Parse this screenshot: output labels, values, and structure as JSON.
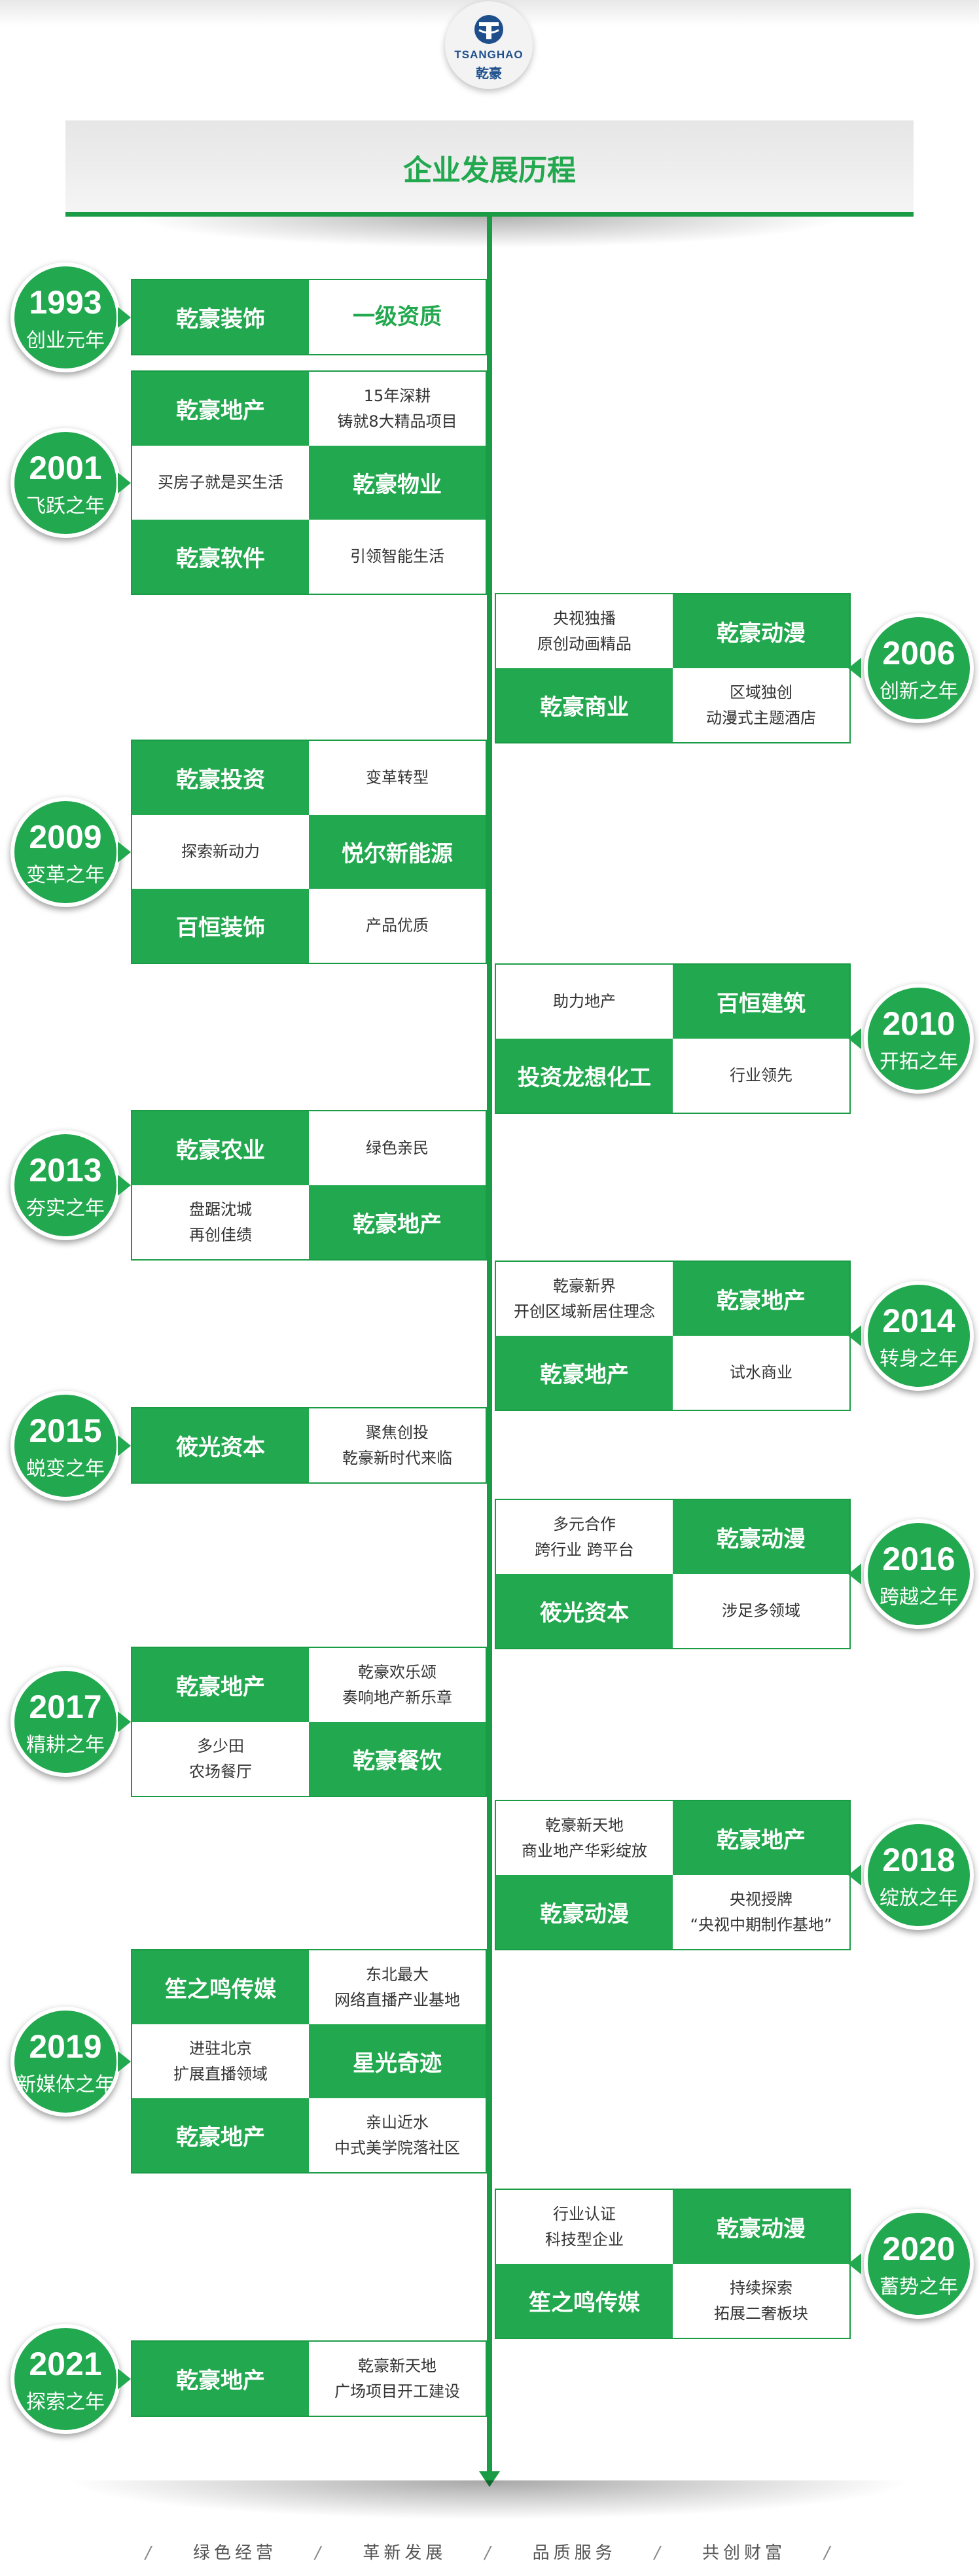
{
  "brand": {
    "en": "TSANGHAO",
    "cn": "乾豪"
  },
  "title": "企业发展历程",
  "footer": [
    "绿色经营",
    "革新发展",
    "品质服务",
    "共创财富"
  ],
  "colors": {
    "green": "#22a84e",
    "dark_green": "#1a9b45",
    "brand_blue": "#1e4f8c"
  },
  "timeline": [
    {
      "year": "1993",
      "label": "创业元年",
      "side": "left",
      "rows": [
        [
          "乾豪装饰",
          "一级资质"
        ]
      ]
    },
    {
      "year": "2001",
      "label": "飞跃之年",
      "side": "left",
      "rows": [
        [
          "乾豪地产",
          "15年深耕\n铸就8大精品项目"
        ],
        [
          "买房子就是买生活",
          "乾豪物业"
        ],
        [
          "乾豪软件",
          "引领智能生活"
        ]
      ]
    },
    {
      "year": "2006",
      "label": "创新之年",
      "side": "right",
      "rows": [
        [
          "央视独播\n原创动画精品",
          "乾豪动漫"
        ],
        [
          "乾豪商业",
          "区域独创\n动漫式主题酒店"
        ]
      ]
    },
    {
      "year": "2009",
      "label": "变革之年",
      "side": "left",
      "rows": [
        [
          "乾豪投资",
          "变革转型"
        ],
        [
          "探索新动力",
          "悦尔新能源"
        ],
        [
          "百恒装饰",
          "产品优质"
        ]
      ]
    },
    {
      "year": "2010",
      "label": "开拓之年",
      "side": "right",
      "rows": [
        [
          "助力地产",
          "百恒建筑"
        ],
        [
          "投资龙想化工",
          "行业领先"
        ]
      ]
    },
    {
      "year": "2013",
      "label": "夯实之年",
      "side": "left",
      "rows": [
        [
          "乾豪农业",
          "绿色亲民"
        ],
        [
          "盘踞沈城\n再创佳绩",
          "乾豪地产"
        ]
      ]
    },
    {
      "year": "2014",
      "label": "转身之年",
      "side": "right",
      "rows": [
        [
          "乾豪新界\n开创区域新居住理念",
          "乾豪地产"
        ],
        [
          "乾豪地产",
          "试水商业"
        ]
      ]
    },
    {
      "year": "2015",
      "label": "蜕变之年",
      "side": "left",
      "rows": [
        [
          "筱光资本",
          "聚焦创投\n乾豪新时代来临"
        ]
      ]
    },
    {
      "year": "2016",
      "label": "跨越之年",
      "side": "right",
      "rows": [
        [
          "多元合作\n跨行业  跨平台",
          "乾豪动漫"
        ],
        [
          "筱光资本",
          "涉足多领域"
        ]
      ]
    },
    {
      "year": "2017",
      "label": "精耕之年",
      "side": "left",
      "rows": [
        [
          "乾豪地产",
          "乾豪欢乐颂\n奏响地产新乐章"
        ],
        [
          "多少田\n农场餐厅",
          "乾豪餐饮"
        ]
      ]
    },
    {
      "year": "2018",
      "label": "绽放之年",
      "side": "right",
      "rows": [
        [
          "乾豪新天地\n商业地产华彩绽放",
          "乾豪地产"
        ],
        [
          "乾豪动漫",
          "央视授牌\n“央视中期制作基地”"
        ]
      ]
    },
    {
      "year": "2019",
      "label": "新媒体之年",
      "side": "left",
      "rows": [
        [
          "笙之鸣传媒",
          "东北最大\n网络直播产业基地"
        ],
        [
          "进驻北京\n扩展直播领域",
          "星光奇迹"
        ],
        [
          "乾豪地产",
          "亲山近水\n中式美学院落社区"
        ]
      ]
    },
    {
      "year": "2020",
      "label": "蓄势之年",
      "side": "right",
      "rows": [
        [
          "行业认证\n科技型企业",
          "乾豪动漫"
        ],
        [
          "笙之鸣传媒",
          "持续探索\n拓展二奢板块"
        ]
      ]
    },
    {
      "year": "2021",
      "label": "探索之年",
      "side": "left",
      "rows": [
        [
          "乾豪地产",
          "乾豪新天地\n广场项目开工建设"
        ]
      ]
    }
  ]
}
